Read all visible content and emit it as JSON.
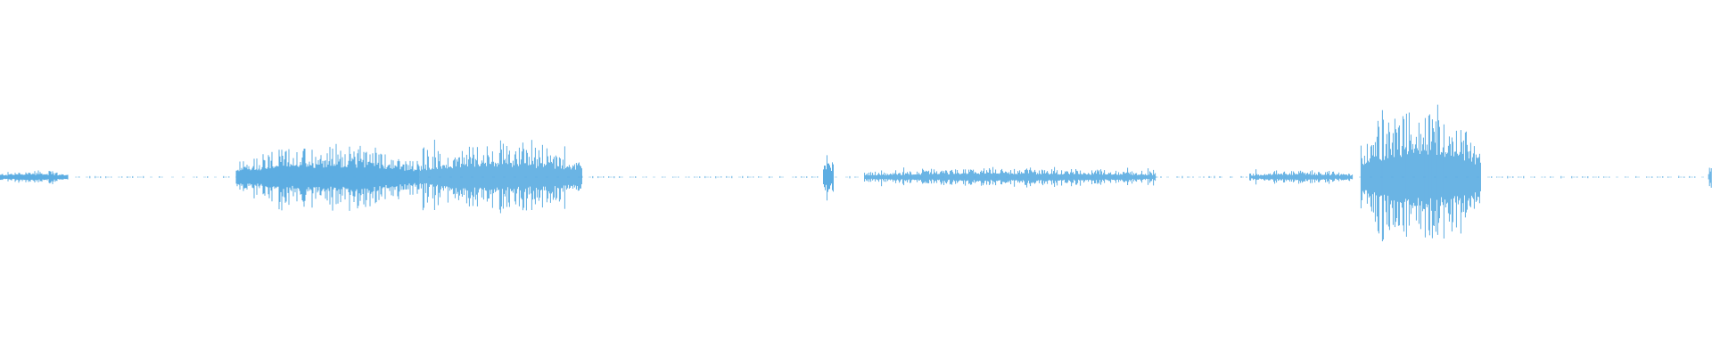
{
  "waveform": {
    "color": "#5dade2",
    "background": "#ffffff",
    "segments": [
      {
        "start": 0.0,
        "end": 0.04,
        "amplitude": 0.06
      },
      {
        "start": 0.04,
        "end": 0.135,
        "amplitude": 0.01
      },
      {
        "start": 0.138,
        "end": 0.245,
        "amplitude": 0.28
      },
      {
        "start": 0.245,
        "end": 0.34,
        "amplitude": 0.3
      },
      {
        "start": 0.34,
        "end": 0.48,
        "amplitude": 0.01
      },
      {
        "start": 0.481,
        "end": 0.487,
        "amplitude": 0.2
      },
      {
        "start": 0.487,
        "end": 0.5,
        "amplitude": 0.01
      },
      {
        "start": 0.505,
        "end": 0.675,
        "amplitude": 0.08
      },
      {
        "start": 0.675,
        "end": 0.73,
        "amplitude": 0.01
      },
      {
        "start": 0.73,
        "end": 0.79,
        "amplitude": 0.06
      },
      {
        "start": 0.795,
        "end": 0.865,
        "amplitude": 0.62
      },
      {
        "start": 0.865,
        "end": 0.997,
        "amplitude": 0.01
      },
      {
        "start": 0.998,
        "end": 1.0,
        "amplitude": 0.12
      }
    ]
  }
}
